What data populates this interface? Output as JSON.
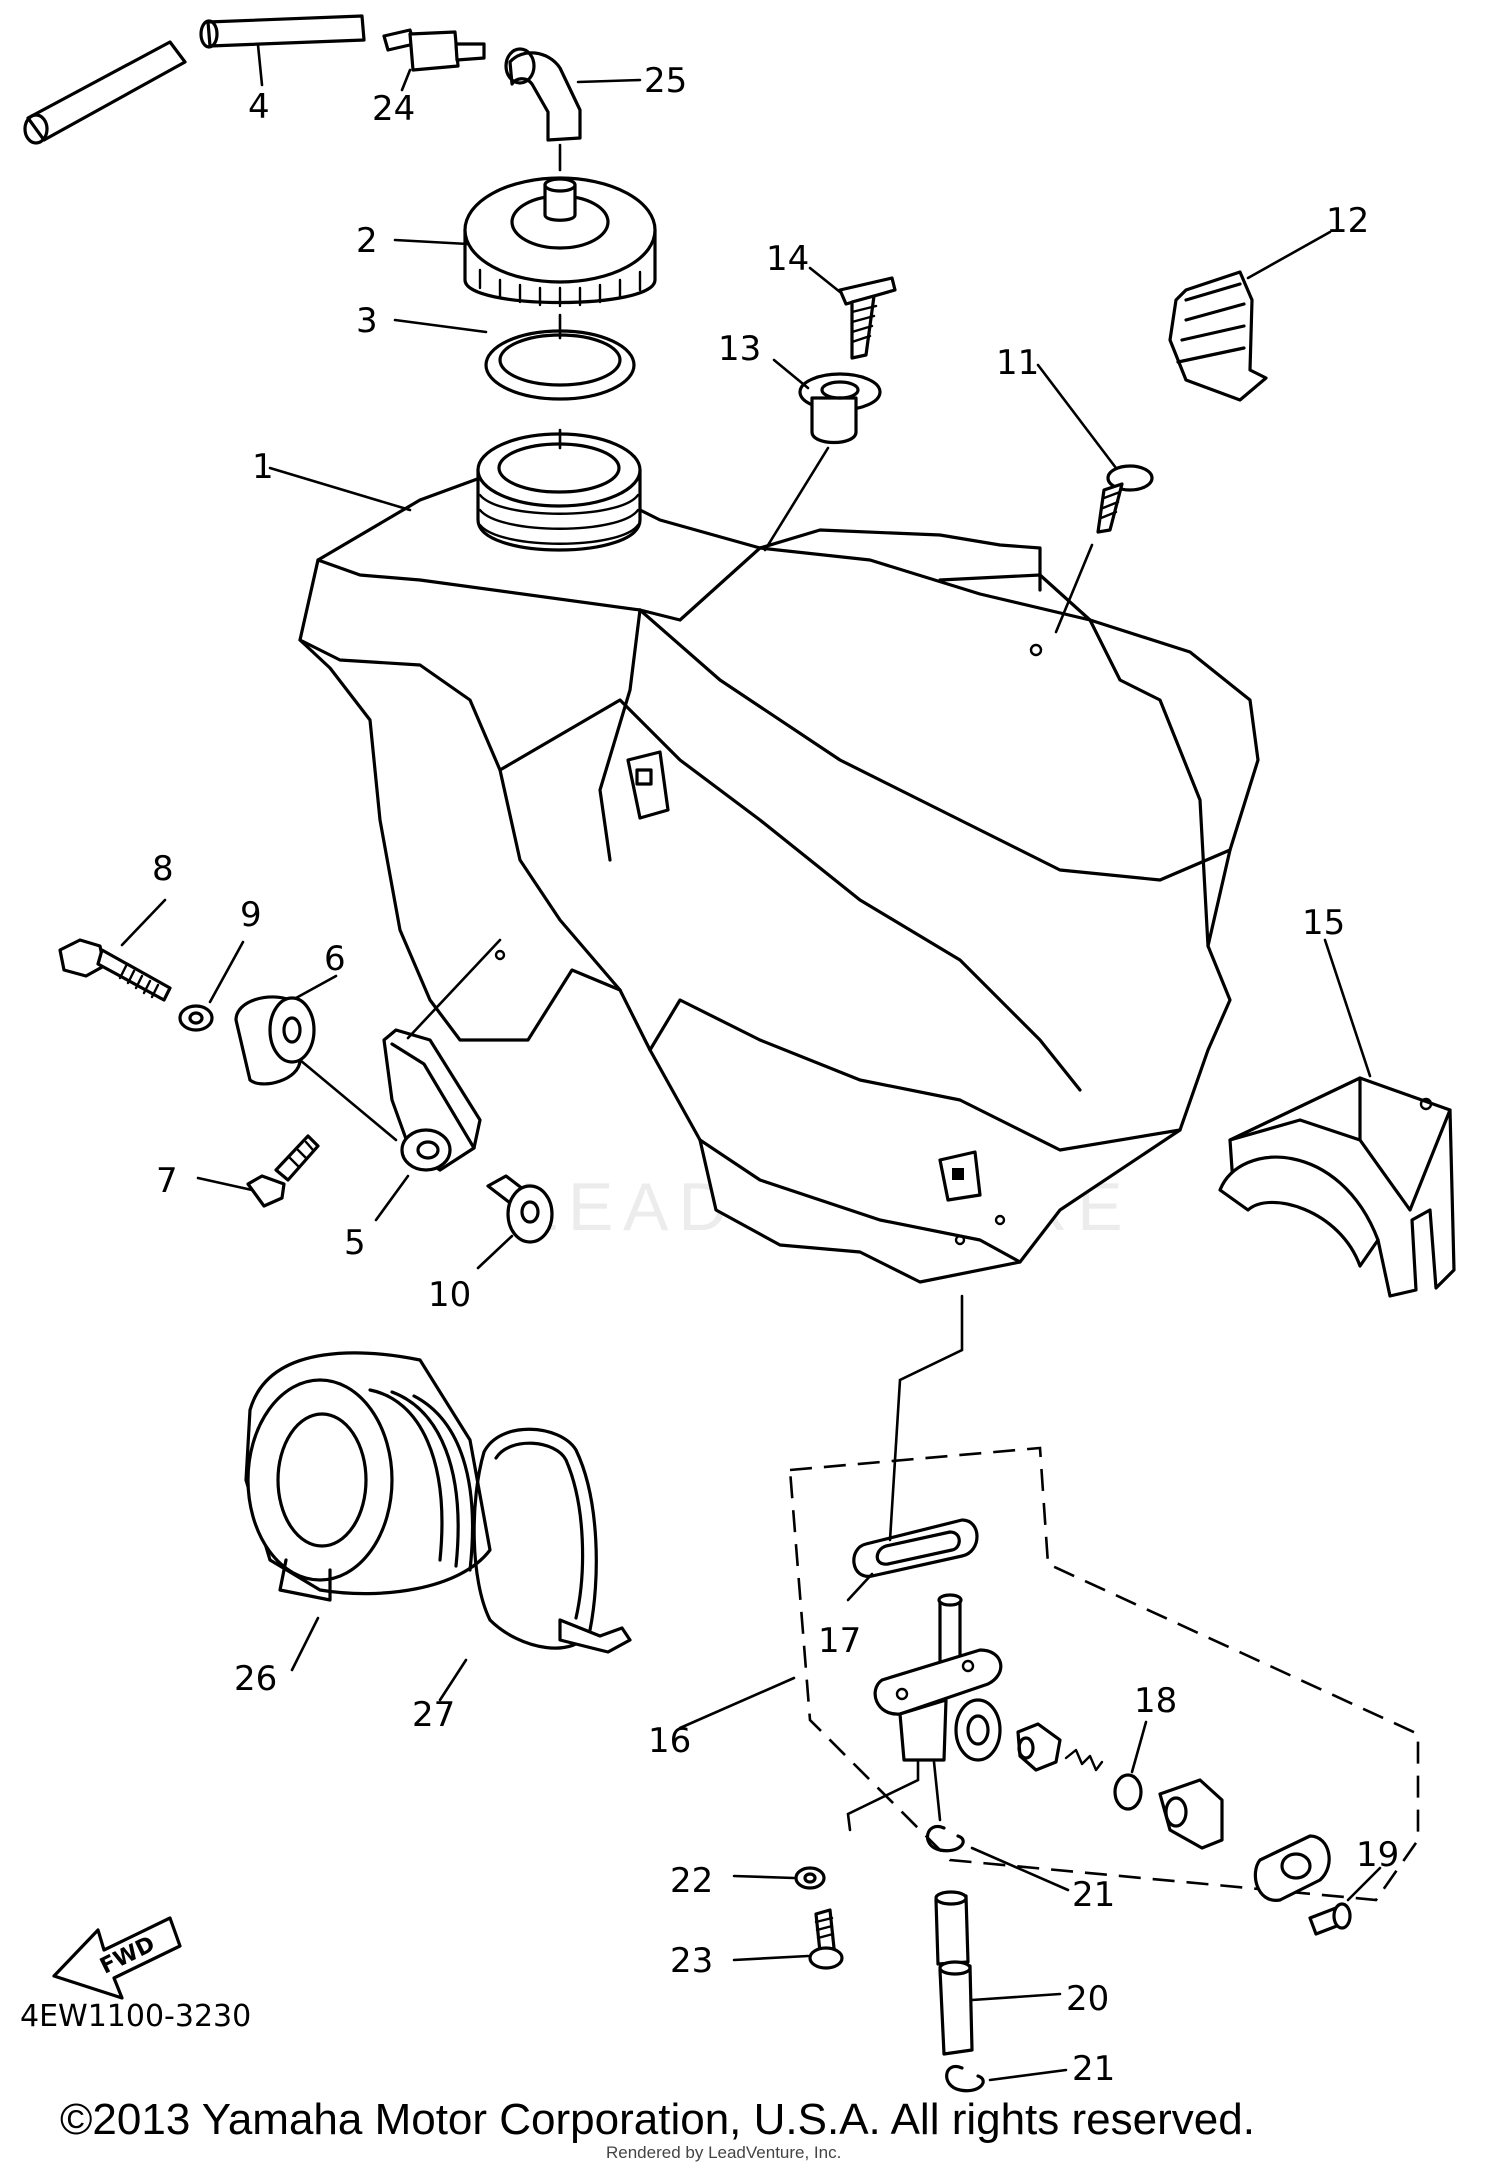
{
  "diagram": {
    "part_number": "4EW1100-3230",
    "copyright": "©2013 Yamaha Motor Corporation, U.S.A. All rights reserved.",
    "rendered_by": "Rendered by LeadVenture, Inc.",
    "watermark": "LEADVENTURE",
    "fwd_label": "FWD"
  },
  "callouts": {
    "c1": "1",
    "c2": "2",
    "c3": "3",
    "c4": "4",
    "c5": "5",
    "c6": "6",
    "c7": "7",
    "c8": "8",
    "c9": "9",
    "c10": "10",
    "c11": "11",
    "c12": "12",
    "c13": "13",
    "c14": "14",
    "c15": "15",
    "c16": "16",
    "c17": "17",
    "c18": "18",
    "c19": "19",
    "c20": "20",
    "c21a": "21",
    "c21b": "21",
    "c22": "22",
    "c23": "23",
    "c24": "24",
    "c25": "25",
    "c26": "26",
    "c27": "27"
  }
}
